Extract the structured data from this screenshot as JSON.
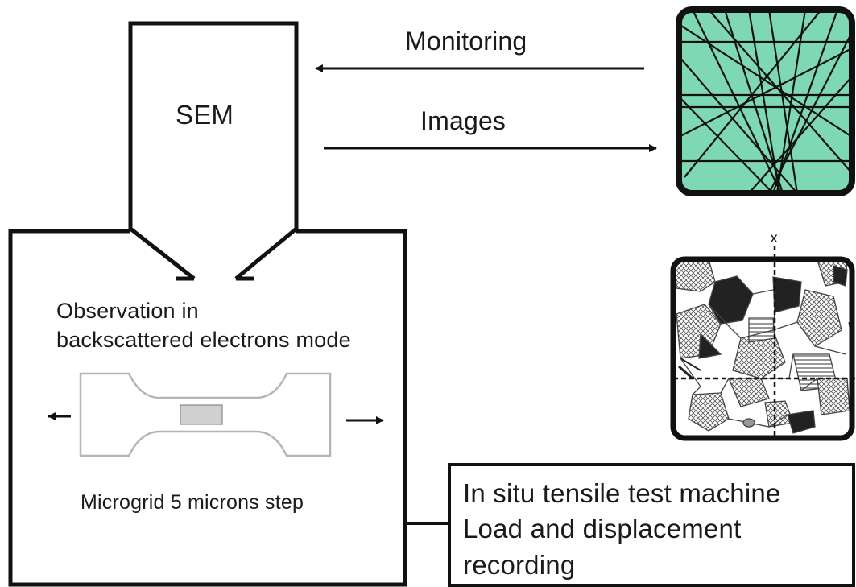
{
  "sem": {
    "label": "SEM"
  },
  "arrows": {
    "monitoring": "Monitoring",
    "images": "Images"
  },
  "chamber": {
    "observation_line1": "Observation in",
    "observation_line2": "backscattered electrons mode",
    "microgrid": "Microgrid 5 microns step"
  },
  "machine_box": {
    "line1": "In situ tensile test machine",
    "line2": "Load and displacement",
    "line3": "recording"
  },
  "microstructure": {
    "axis_label": "x"
  },
  "colors": {
    "pattern_fill": "#7dd8b3",
    "specimen_outline": "#b5b5b5",
    "grid_patch": "#d0d0d0"
  },
  "icons": [
    "kikuchi-pattern-icon",
    "grain-map-icon",
    "tensile-specimen-icon"
  ]
}
